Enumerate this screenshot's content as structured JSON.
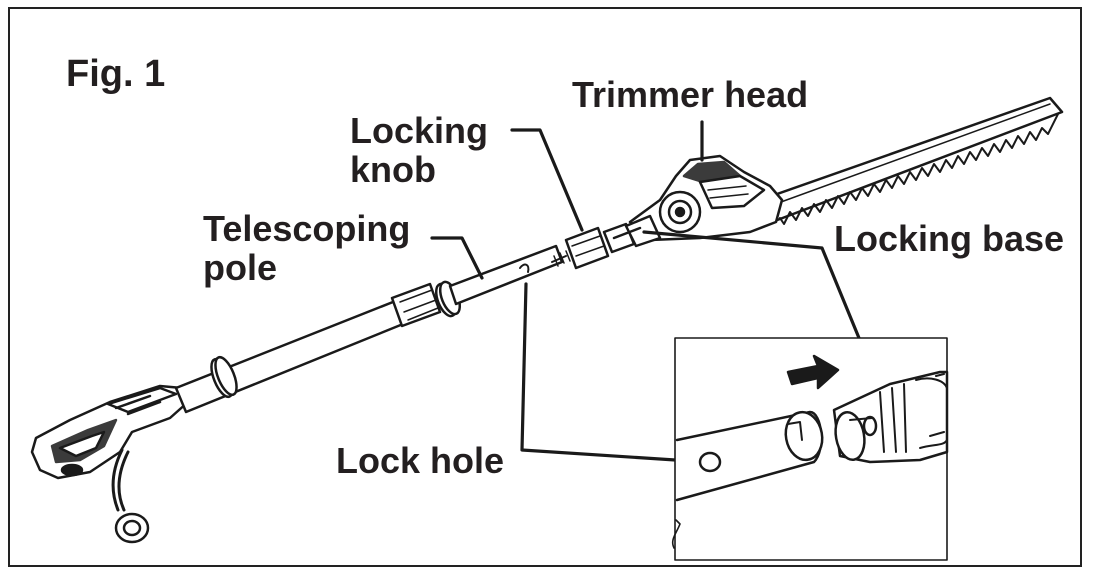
{
  "figure": {
    "title": "Fig. 1",
    "labels": {
      "trimmer_head": "Trimmer head",
      "locking_knob_line1": "Locking",
      "locking_knob_line2": "knob",
      "telescoping_pole_line1": "Telescoping",
      "telescoping_pole_line2": "pole",
      "locking_base": "Locking base",
      "lock_hole": "Lock hole"
    },
    "colors": {
      "ink": "#231f20",
      "line": "#1a1a1a",
      "fill": "#ffffff"
    }
  }
}
